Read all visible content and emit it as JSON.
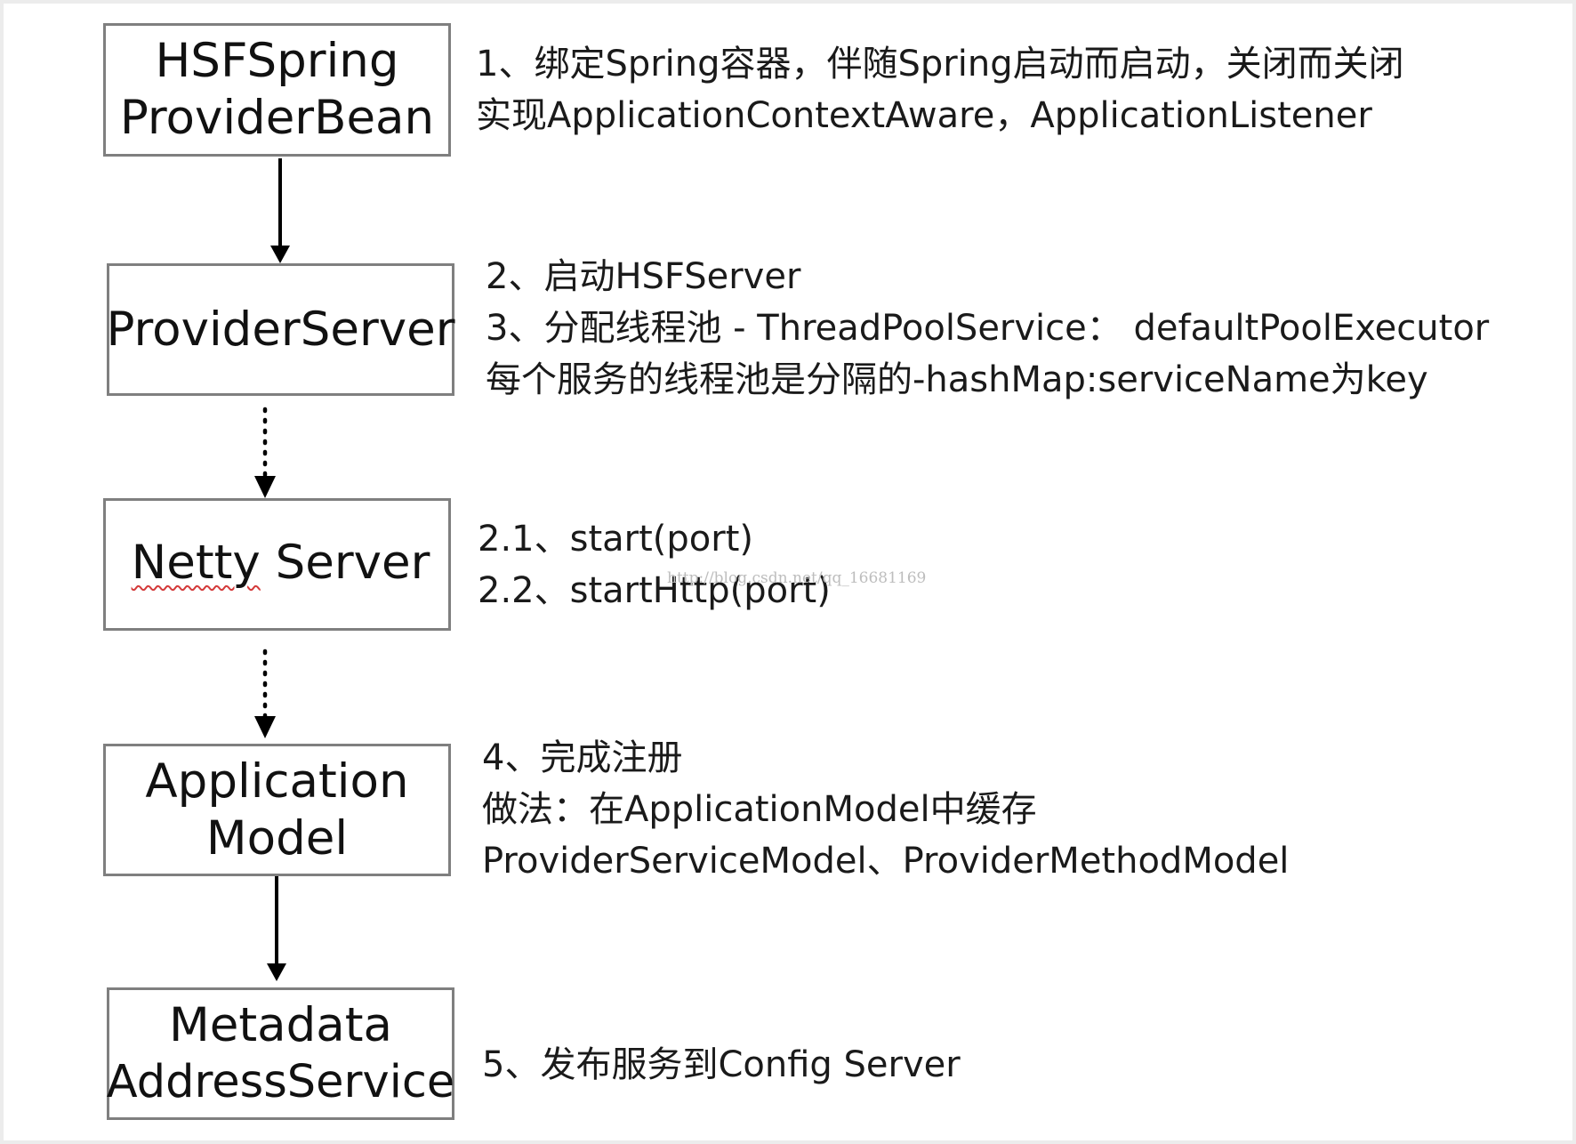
{
  "nodes": [
    {
      "id": "hsf-spring-provider-bean",
      "lines": [
        "HSFSpring",
        "ProviderBean"
      ]
    },
    {
      "id": "provider-server",
      "lines": [
        "ProviderServer"
      ]
    },
    {
      "id": "netty-server",
      "lines": [
        "Netty Server"
      ]
    },
    {
      "id": "application-model",
      "lines": [
        "Application",
        "Model"
      ]
    },
    {
      "id": "metadata-address-service",
      "lines": [
        "Metadata",
        "AddressService"
      ]
    }
  ],
  "notes": [
    {
      "lines": [
        "1、绑定Spring容器，伴随Spring启动而启动，关闭而关闭",
        "实现ApplicationContextAware，ApplicationListener"
      ]
    },
    {
      "lines": [
        "2、启动HSFServer",
        "3、分配线程池 - ThreadPoolService： defaultPoolExecutor",
        "每个服务的线程池是分隔的-hashMap:serviceName为key"
      ]
    },
    {
      "lines": [
        "2.1、start(port)",
        "2.2、startHttp(port)"
      ]
    },
    {
      "lines": [
        "4、完成注册",
        "做法：在ApplicationModel中缓存",
        "ProviderServiceModel、ProviderMethodModel"
      ]
    },
    {
      "lines": [
        "5、发布服务到Config Server"
      ]
    }
  ],
  "edges": [
    {
      "from": "hsf-spring-provider-bean",
      "to": "provider-server",
      "style": "solid"
    },
    {
      "from": "provider-server",
      "to": "netty-server",
      "style": "dotted"
    },
    {
      "from": "netty-server",
      "to": "application-model",
      "style": "dotted"
    },
    {
      "from": "application-model",
      "to": "metadata-address-service",
      "style": "solid"
    }
  ],
  "watermark": "http://blog.csdn.net/qq_16681169",
  "colors": {
    "box_border": "#7f7f7f",
    "edge": "#000000",
    "text": "#111111"
  }
}
